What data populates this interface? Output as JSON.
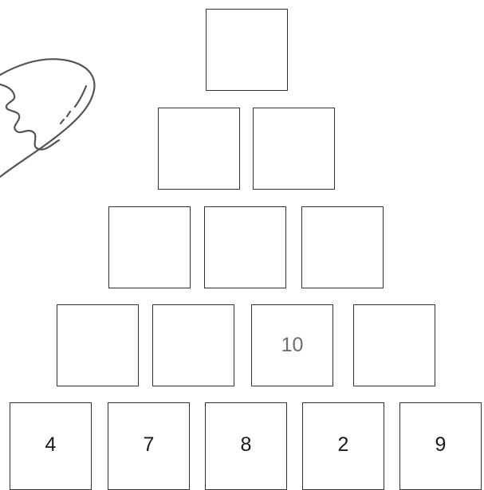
{
  "doodle": {
    "icon": "pencil-eraser-doodle-icon",
    "stroke_color": "#555555"
  },
  "pyramid": {
    "rows": [
      [
        ""
      ],
      [
        "",
        ""
      ],
      [
        "",
        "",
        ""
      ],
      [
        "",
        "",
        "10",
        ""
      ],
      [
        "4",
        "7",
        "8",
        "2",
        "9"
      ]
    ]
  },
  "colors": {
    "border": "#333333",
    "given_text": "#1a1a1a",
    "middle_given_text": "#6e6e6e",
    "background": "#ffffff"
  }
}
